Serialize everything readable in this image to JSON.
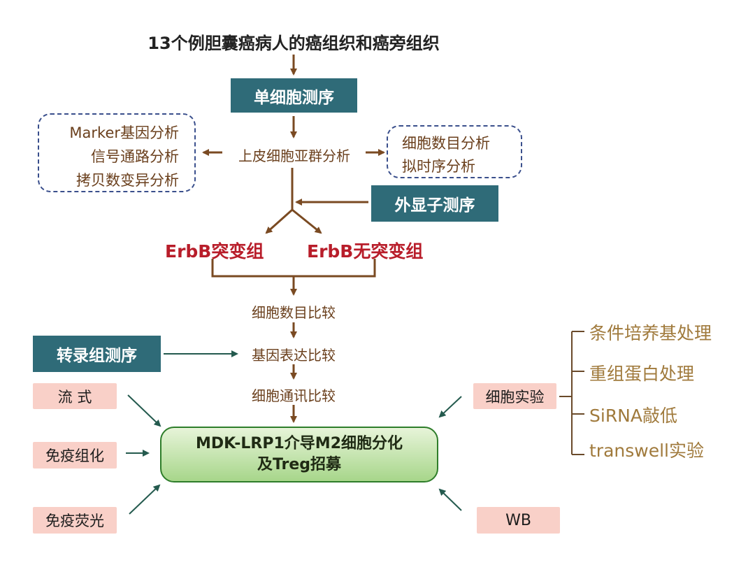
{
  "title": "13个例胆囊癌病人的癌组织和癌旁组织",
  "single_cell_seq": "单细胞测序",
  "left_analysis": [
    "Marker基因分析",
    "信号通路分析",
    "拷贝数变异分析"
  ],
  "center_subgroup": "上皮细胞亚群分析",
  "right_analysis": [
    "细胞数目分析",
    "拟时序分析"
  ],
  "exome_seq": "外显子测序",
  "group_mut": "ErbB突变组",
  "group_nomut": "ErbB无突变组",
  "compare_cell_count": "细胞数目比较",
  "compare_gene_expr": "基因表达比较",
  "compare_cell_comm": "细胞通讯比较",
  "transcriptome_seq": "转录组测序",
  "result_line1": "MDK-LRP1介导M2细胞分化",
  "result_line2": "及Treg招募",
  "methods_left": [
    "流 式",
    "免疫组化",
    "免疫荧光"
  ],
  "cell_experiment": "细胞实验",
  "wb": "WB",
  "cell_experiment_items": [
    "条件培养基处理",
    "重组蛋白处理",
    "SiRNA敲低",
    "transwell实验"
  ],
  "colors": {
    "brown_arrow": "#7a4a22",
    "teal_box": "#2f6b78",
    "red_text": "#b81d2a",
    "green_arrow": "#245a4e",
    "pink_box": "#f9d0c8",
    "tan_text": "#a07a3c"
  }
}
